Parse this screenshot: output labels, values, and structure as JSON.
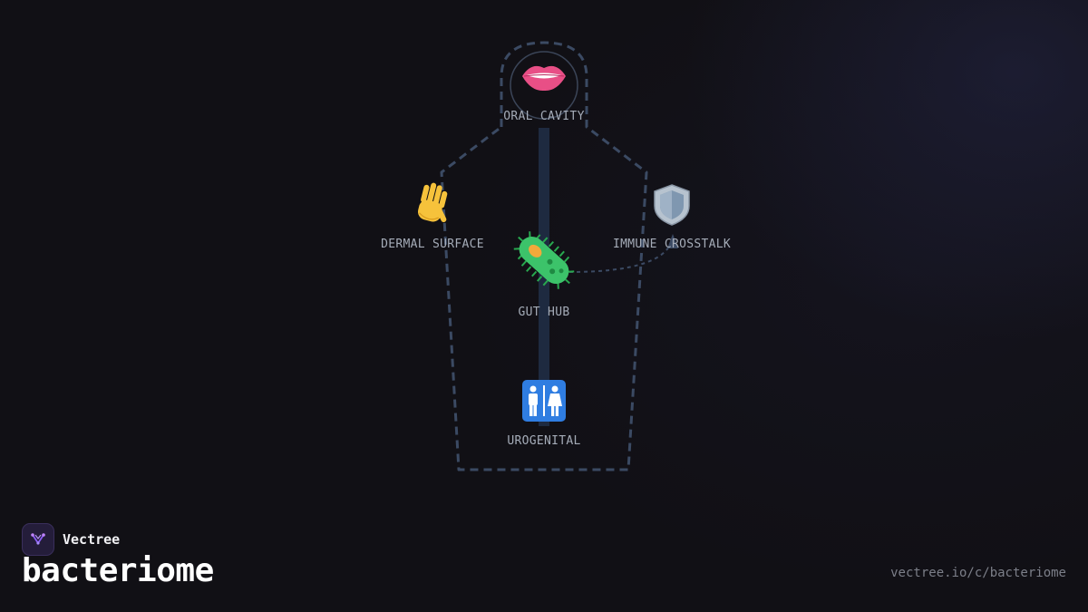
{
  "brand": {
    "name": "Vectree"
  },
  "page": {
    "title": "bacteriome",
    "url": "vectree.io/c/bacteriome"
  },
  "nodes": {
    "oral": {
      "label": "ORAL CAVITY",
      "icon": "lips-icon"
    },
    "dermal": {
      "label": "DERMAL SURFACE",
      "icon": "raised-hand-icon"
    },
    "immune": {
      "label": "IMMUNE CROSSTALK",
      "icon": "shield-icon"
    },
    "gut": {
      "label": "GUT HUB",
      "icon": "microbe-icon"
    },
    "urogenital": {
      "label": "UROGENITAL",
      "icon": "restroom-icon"
    }
  },
  "colors": {
    "background": "#111015",
    "outline": "#3b4a63",
    "spine": "#1e2a40",
    "label": "#a5acb8",
    "brand_accent": "#8b5cf6"
  }
}
